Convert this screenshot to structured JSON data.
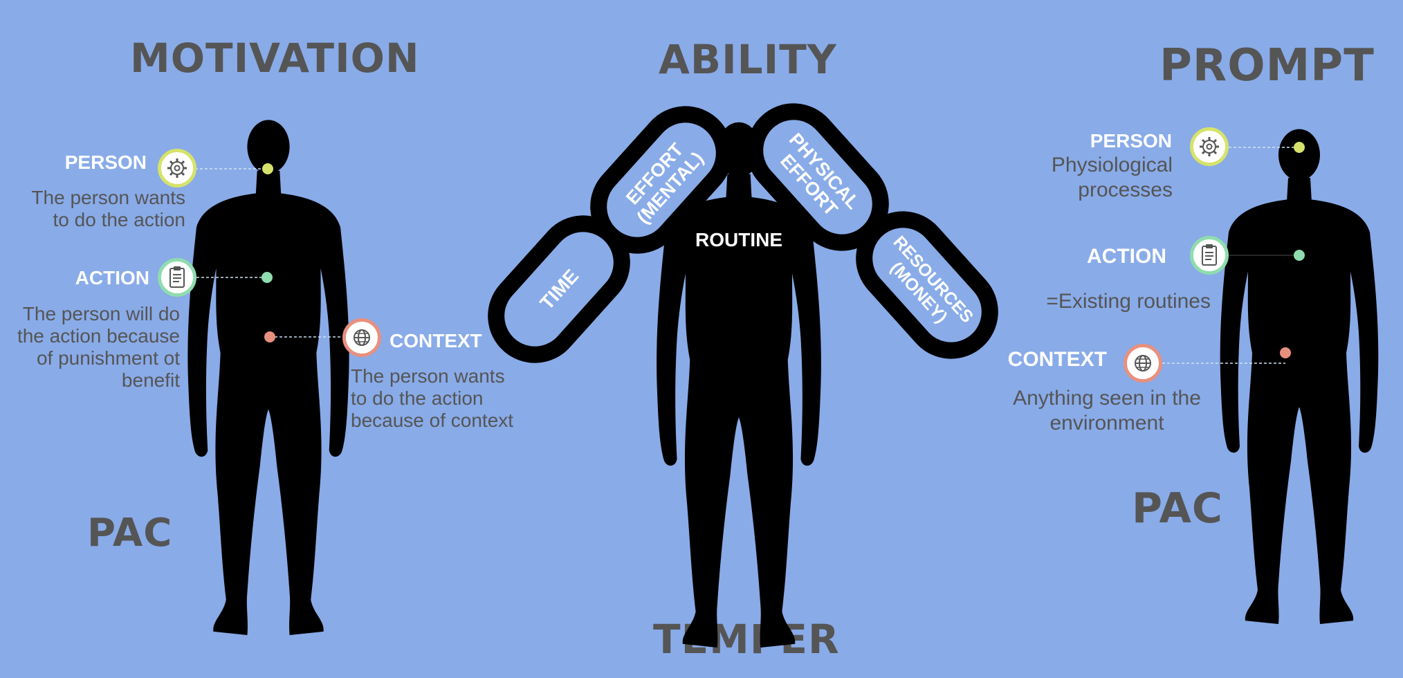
{
  "colors": {
    "background": "#89abe8",
    "silhouette": "#000000",
    "heading": "#555555",
    "label": "#ffffff",
    "person_accent": "#d6e36a",
    "action_accent": "#8fdcae",
    "context_accent": "#e8907e"
  },
  "left": {
    "title": "MOTIVATION",
    "pac": "PAC",
    "person": {
      "label": "PERSON",
      "icon": "gear-icon",
      "desc": [
        "The person wants",
        "to do the action"
      ]
    },
    "action": {
      "label": "ACTION",
      "icon": "clipboard-icon",
      "desc": [
        "The person will do",
        "the action because",
        "of punishment ot",
        "benefit"
      ]
    },
    "context": {
      "label": "CONTEXT",
      "icon": "globe-icon",
      "desc": [
        "The person wants",
        "to do the action",
        "because of context"
      ]
    }
  },
  "center": {
    "title": "ABILITY",
    "bottom": "TEMPER",
    "routine": "ROUTINE",
    "links": {
      "time": "TIME",
      "effort_mental": [
        "EFFORT",
        "(MENTAL)"
      ],
      "physical_effort": [
        "PHYSICAL",
        "EFFORT"
      ],
      "resources_money": [
        "RESOURCES",
        "(MONEY)"
      ]
    }
  },
  "right": {
    "title": "PROMPT",
    "pac": "PAC",
    "person": {
      "label": "PERSON",
      "icon": "gear-icon",
      "desc": [
        "Physiological",
        "processes"
      ]
    },
    "action": {
      "label": "ACTION",
      "icon": "clipboard-icon",
      "desc": [
        "=Existing routines"
      ]
    },
    "context": {
      "label": "CONTEXT",
      "icon": "globe-icon",
      "desc": [
        "Anything seen in the",
        "environment"
      ]
    }
  }
}
